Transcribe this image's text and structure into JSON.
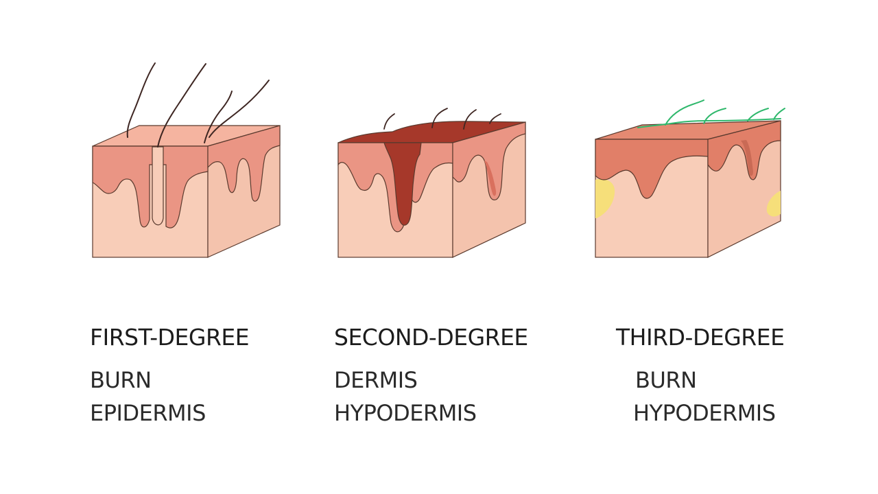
{
  "panels": [
    {
      "title": "FIRST-DEGREE",
      "lines": [
        "BURN",
        "EPIDERMIS"
      ]
    },
    {
      "title": "SECOND-DEGREE",
      "lines": [
        "DERMIS",
        "HYPODERMIS"
      ]
    },
    {
      "title": "THIRD-DEGREE",
      "lines": [
        "BURN",
        "HYPODERMIS"
      ]
    }
  ],
  "colors": {
    "skin_light": "#f8cdb8",
    "skin_side": "#f4c3ad",
    "epidermis": "#ea9584",
    "epidermis_top": "#f2a995",
    "burn_dark": "#a6382a",
    "burn_mid": "#c25a48",
    "outline": "#5a3a2e",
    "hair": "#3e2622",
    "hair_green": "#2fb86c",
    "fat_yellow": "#f6df7a"
  }
}
